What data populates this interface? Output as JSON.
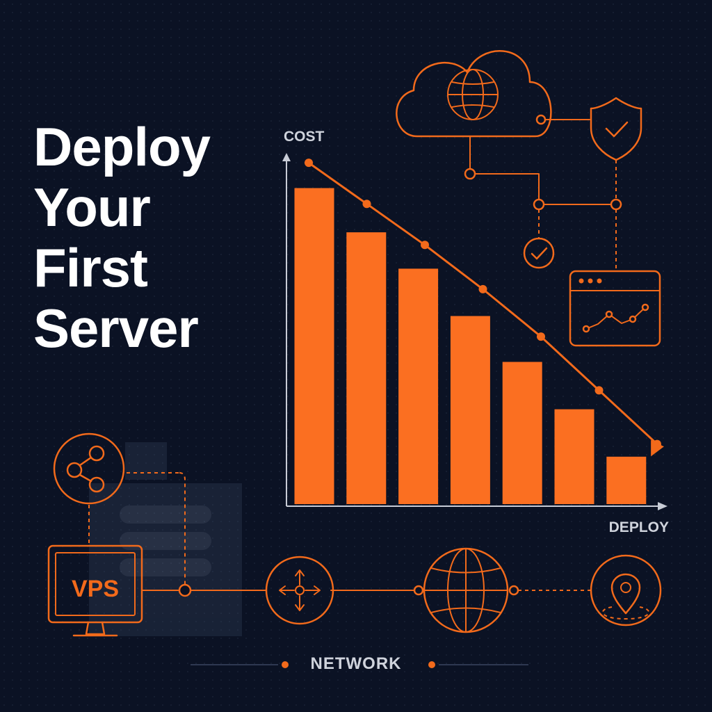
{
  "title_lines": [
    "Deploy",
    "Your",
    "First",
    "Server"
  ],
  "footer": {
    "label": "NETWORK"
  },
  "vps_label": "VPS",
  "icons": [
    "cloud-globe-icon",
    "shield-check-icon",
    "check-circle-icon",
    "dashboard-window-icon",
    "share-icon",
    "server-stack-icon",
    "vps-monitor-icon",
    "router-arrows-icon",
    "globe-icon",
    "location-pin-icon"
  ],
  "colors": {
    "background": "#0b1224",
    "accent": "#f26a1b",
    "bar": "#fb6f21",
    "text": "#ffffff",
    "axis": "#c8ccd6"
  },
  "chart_data": {
    "type": "bar",
    "xlabel": "DEPLOY",
    "ylabel": "COST",
    "categories": [
      "",
      "",
      "",
      "",
      "",
      "",
      ""
    ],
    "values": [
      100,
      86,
      74.5,
      59.5,
      45,
      30,
      15
    ],
    "trend": [
      108,
      95,
      82,
      68,
      53,
      36,
      19
    ],
    "ylim": [
      0,
      110
    ],
    "grid": false,
    "legend": "none",
    "color": "#fb6f21",
    "trend_color": "#f26a1b"
  }
}
